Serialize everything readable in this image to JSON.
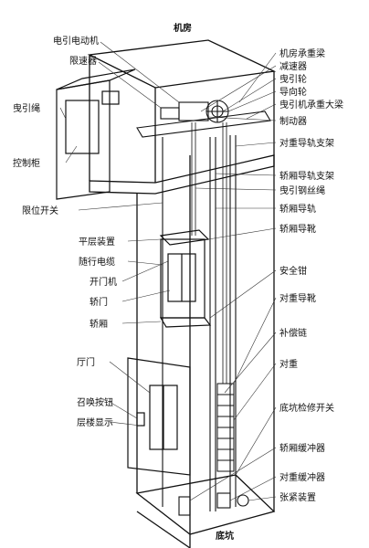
{
  "diagram": {
    "orientation": "mirrored",
    "labels": {
      "machine_room": "机房",
      "traction_motor": "电引电动机",
      "speed_governor": "限速器",
      "traction_wheel": "曳引轮",
      "guide_wheel": "导向轮",
      "traction_rope": "曳引绳",
      "brake": "制动器",
      "reducer": "减速器",
      "control_cabinet": "控制柜",
      "mp_bearing_beam": "机房承重梁",
      "machine_bearing_beam": "曳引机承重大梁",
      "car_rail": "轿厢导轨",
      "cwt_rail_bracket": "对重导轨支架",
      "car_rail_bracket": "轿厢导轨支架",
      "traction_steel_rope": "曳引钢丝绳",
      "limit_switch": "限位开关",
      "leveling_device": "平层装置",
      "car_guide_shoe": "轿厢导靴",
      "traveling_cable": "随行电缆",
      "door_operator": "开门机",
      "car_door": "轿门",
      "car_frame": "轿厢",
      "safety_gear": "安全钳",
      "cwt_guide_shoe": "对重导靴",
      "hoistway_door": "厅门",
      "hall_button": "召唤按钮",
      "floor_indicator": "层楼显示",
      "compensation_chain": "补偿链",
      "cwt_block": "对重",
      "car_buffer": "轿厢缓冲器",
      "cwt_buffer": "对重缓冲器",
      "tension_device": "张紧装置",
      "pit": "底坑",
      "pit_switch": "底坑检修开关"
    }
  }
}
